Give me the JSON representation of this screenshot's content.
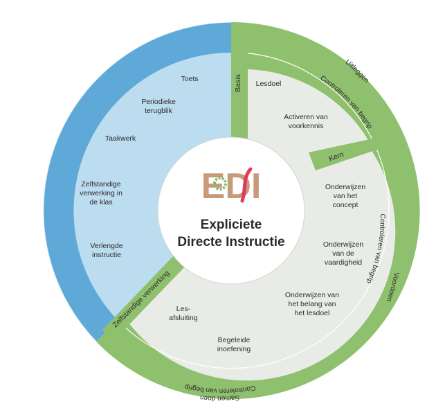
{
  "colors": {
    "blue_outer": "#5fa9d8",
    "blue_inner": "#bcdcef",
    "green_outer": "#8fc06e",
    "green_inner": "#e9ece6",
    "center": "#ffffff"
  },
  "center": {
    "logo": "EDI",
    "title_line1": "Expliciete",
    "title_line2": "Directe Instructie"
  },
  "blue_items": [
    "Toets",
    "Periodieke terugblik",
    "Taakwerk",
    "Zelfstandige verwerking in de klas",
    "Verlengde instructie"
  ],
  "green_items": {
    "lesdoel": "Lesdoel",
    "activeren": "Activeren van voorkennis",
    "onderwijzen_concept": "Onderwijzen van het concept",
    "onderwijzen_vaardigheid": "Onderwijzen van de vaardigheid",
    "onderwijzen_belang": "Onderwijzen van het belang van het lesdoel",
    "begeleide_inoefening": "Begeleide inoefening",
    "lesafsluiting": "Les-afsluiting"
  },
  "band_labels": {
    "basis": "Basis",
    "kern": "Kern",
    "zelfstandige": "Zelfstandige verwerking"
  },
  "ring_labels": {
    "controleren_top": "Controleren van begrip",
    "controleren_right": "Controleren van begrip",
    "controleren_bottom": "Controleren van begrip",
    "uitleggen": "Uitleggen",
    "voordoen": "Voordoen",
    "samen_doen": "Samen doen"
  }
}
